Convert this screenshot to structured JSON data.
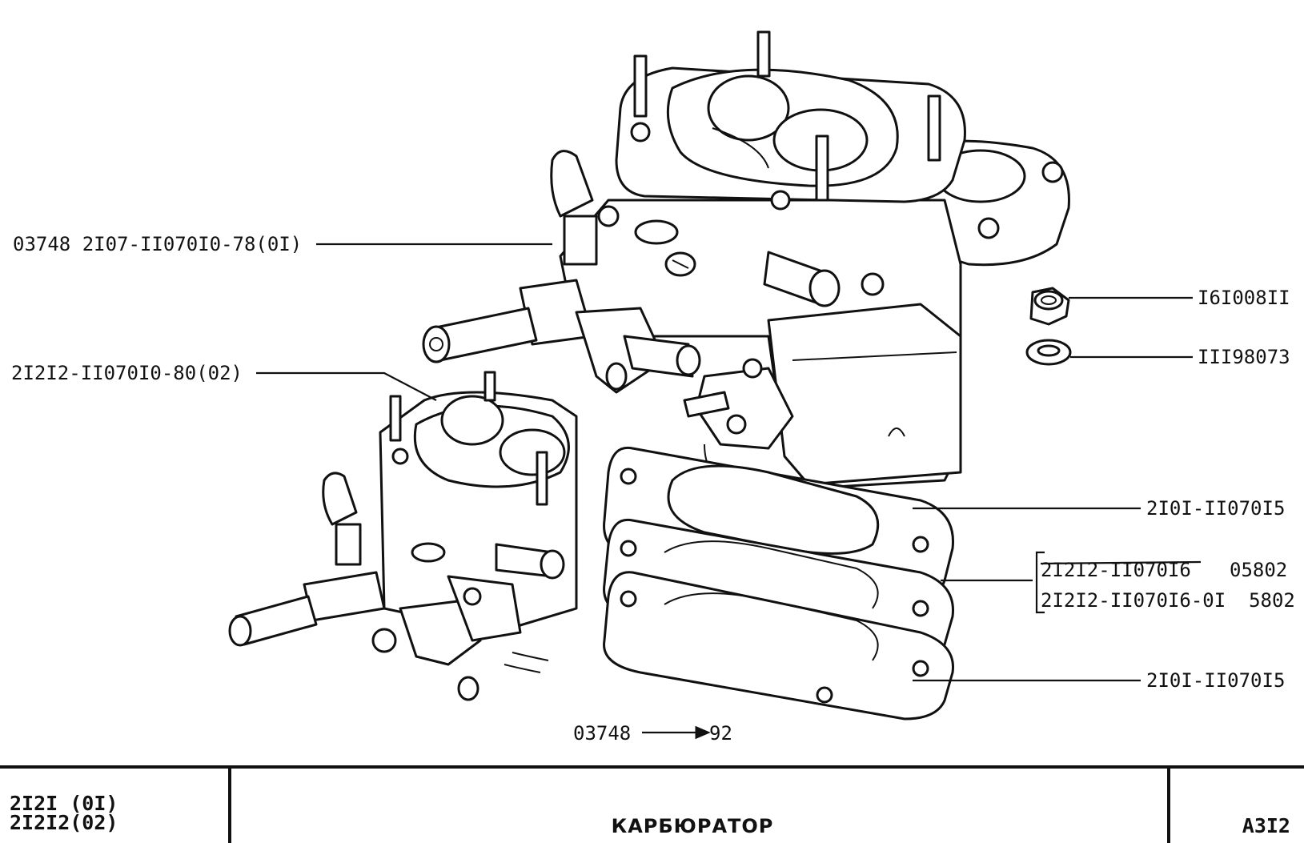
{
  "callouts": {
    "carb_main": "03748  2I07-II070I0-78(0I)",
    "carb_alt": "2I2I2-II070I0-80(02)",
    "nut": "I6I008II",
    "washer": "III98073",
    "gasket_top": "2I0I-II070I5",
    "gasket_mid_a_code": "2I2I2-II070I6",
    "gasket_mid_a_serial": "05802",
    "gasket_mid_b": "2I2I2-II070I6-0I  5802",
    "gasket_bottom": "2I0I-II070I5",
    "note_from": "03748",
    "note_to": "92"
  },
  "footer": {
    "models_line1": "2I2I (0I)",
    "models_line2": "2I2I2(02)",
    "title": "КАРБЮРАТОР",
    "sheet": "А3I2"
  }
}
